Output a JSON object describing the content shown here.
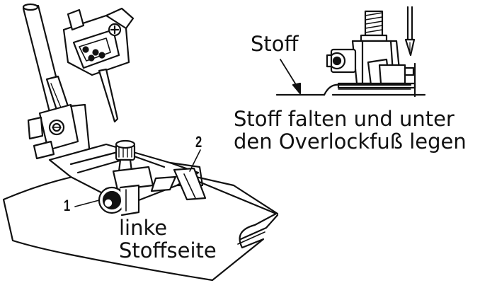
{
  "labels": {
    "callout_1": "1",
    "callout_2": "2",
    "wrong_side": [
      "linke",
      "Stoffseite"
    ],
    "fabric": "Stoff",
    "caption": [
      "Stoff falten und unter",
      "den Overlockfuß legen"
    ]
  }
}
